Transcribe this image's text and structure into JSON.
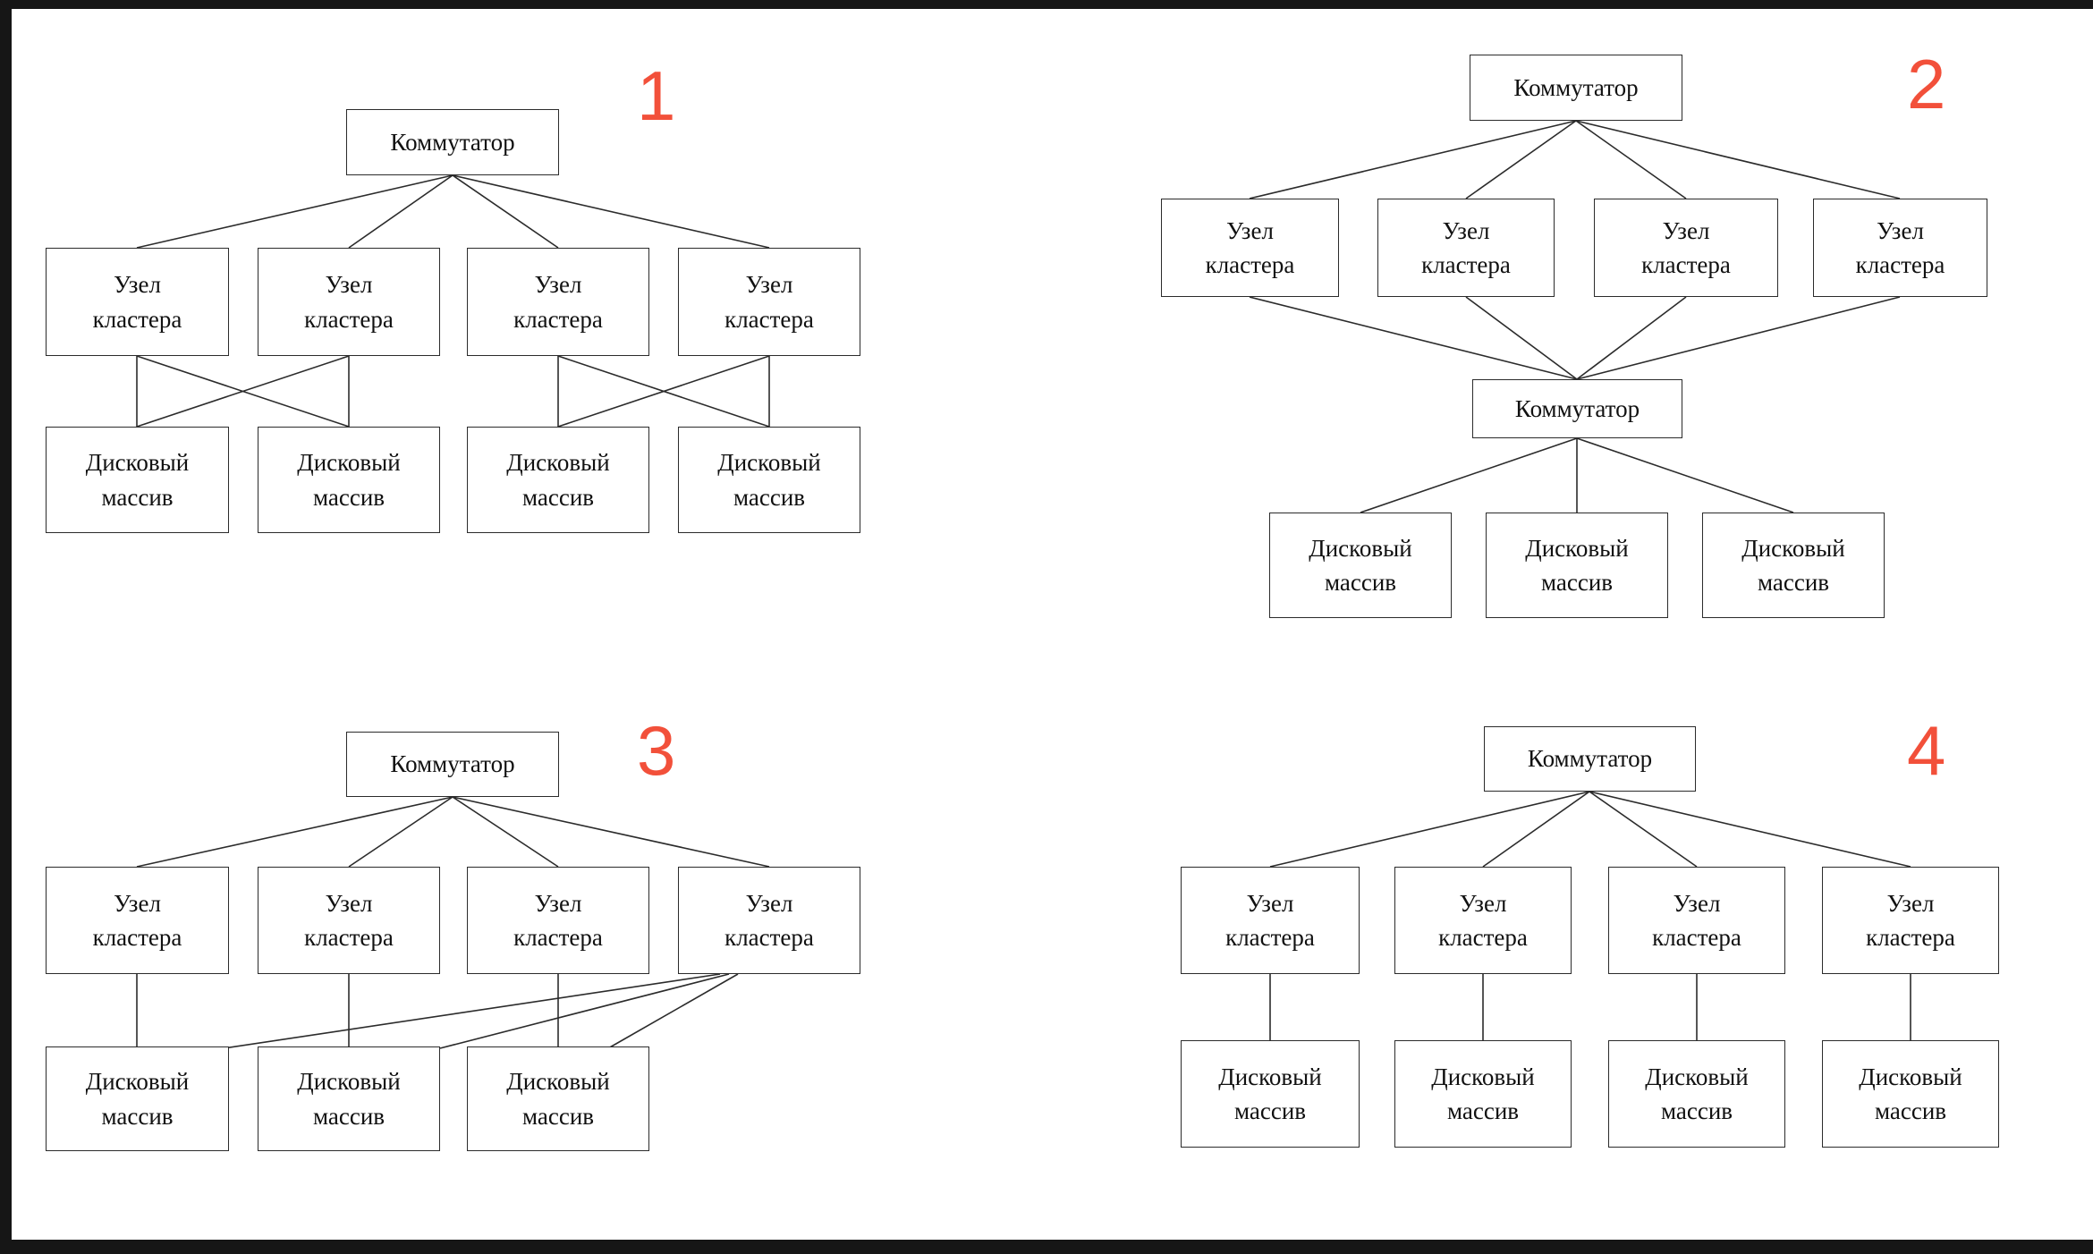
{
  "labels": {
    "switch": "Коммутатор",
    "node": "Узел кластера",
    "disk": "Дисковый массив"
  },
  "diagrams": [
    {
      "number": "1"
    },
    {
      "number": "2"
    },
    {
      "number": "3"
    },
    {
      "number": "4"
    }
  ],
  "colors": {
    "number_accent": "#f2503a",
    "line": "#2b2b2b",
    "box_border": "#2b2b2b",
    "text": "#111111",
    "frame": "#161616",
    "background": "#ffffff"
  }
}
